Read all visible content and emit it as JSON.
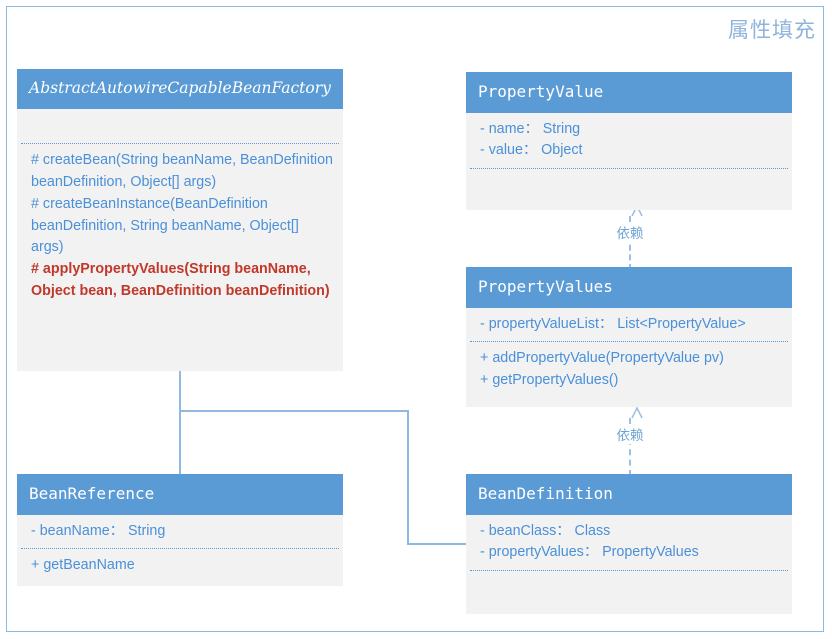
{
  "diagram": {
    "title": "属性填充",
    "accent_color": "#5B9BD5",
    "body_color": "#F2F2F2",
    "member_color": "#4A90D9",
    "highlight_color": "#C0392B",
    "border_color": "#8FB9DF"
  },
  "classes": {
    "abstract_factory": {
      "name": "AbstractAutowireCapableBeanFactory",
      "stereotype": "abstract",
      "attributes": [],
      "methods": [
        {
          "text": "# createBean(String beanName, BeanDefinition beanDefinition, Object[] args)",
          "highlight": false
        },
        {
          "text": "# createBeanInstance(BeanDefinition beanDefinition, String beanName, Object[] args)",
          "highlight": false
        },
        {
          "text": "# applyPropertyValues(String beanName, Object bean, BeanDefinition beanDefinition)",
          "highlight": true
        }
      ]
    },
    "property_value": {
      "name": "PropertyValue",
      "attributes": [
        {
          "text": "- name： String",
          "highlight": false
        },
        {
          "text": "- value： Object",
          "highlight": false
        }
      ],
      "methods": []
    },
    "property_values": {
      "name": "PropertyValues",
      "attributes": [
        {
          "text": "- propertyValueList： List<PropertyValue>",
          "highlight": false
        }
      ],
      "methods": [
        {
          "text": "+ addPropertyValue(PropertyValue pv)",
          "highlight": false
        },
        {
          "text": "+ getPropertyValues()",
          "highlight": false
        }
      ]
    },
    "bean_reference": {
      "name": "BeanReference",
      "attributes": [
        {
          "text": "- beanName： String",
          "highlight": false
        }
      ],
      "methods": [
        {
          "text": "+ getBeanName",
          "highlight": false
        }
      ]
    },
    "bean_definition": {
      "name": "BeanDefinition",
      "attributes": [
        {
          "text": "- beanClass： Class",
          "highlight": false
        },
        {
          "text": "- propertyValues： PropertyValues",
          "highlight": false
        }
      ],
      "methods": []
    }
  },
  "relations": {
    "dependency_property_values_to_property_value": {
      "label": "依赖",
      "type": "dependency"
    },
    "dependency_bean_definition_to_property_values": {
      "label": "依赖",
      "type": "dependency"
    }
  }
}
